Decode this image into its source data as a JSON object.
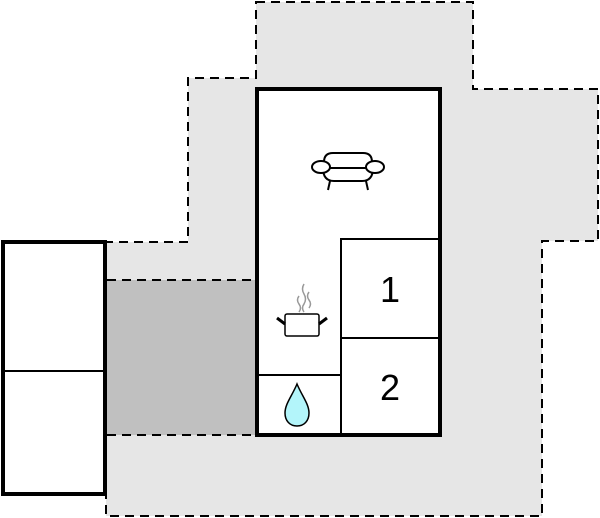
{
  "diagram": {
    "type": "floor-plan",
    "colors": {
      "plot": "#e6e6e6",
      "terrace": "#c0c0c0",
      "room": "#ffffff",
      "wall": "#000000",
      "water": "#b3f5fa",
      "steam": "#999999"
    },
    "areas": [
      {
        "id": "plot",
        "description": "outdoor plot outline (dashed)"
      },
      {
        "id": "terrace",
        "description": "covered terrace (dark grey)"
      },
      {
        "id": "annex",
        "description": "separate building with two rooms"
      },
      {
        "id": "living-room",
        "icon": "sofa-icon"
      },
      {
        "id": "kitchen",
        "icon": "cooking-pot-icon"
      },
      {
        "id": "bathroom",
        "icon": "water-drop-icon"
      }
    ],
    "bedrooms": [
      {
        "label": "1"
      },
      {
        "label": "2"
      }
    ]
  }
}
